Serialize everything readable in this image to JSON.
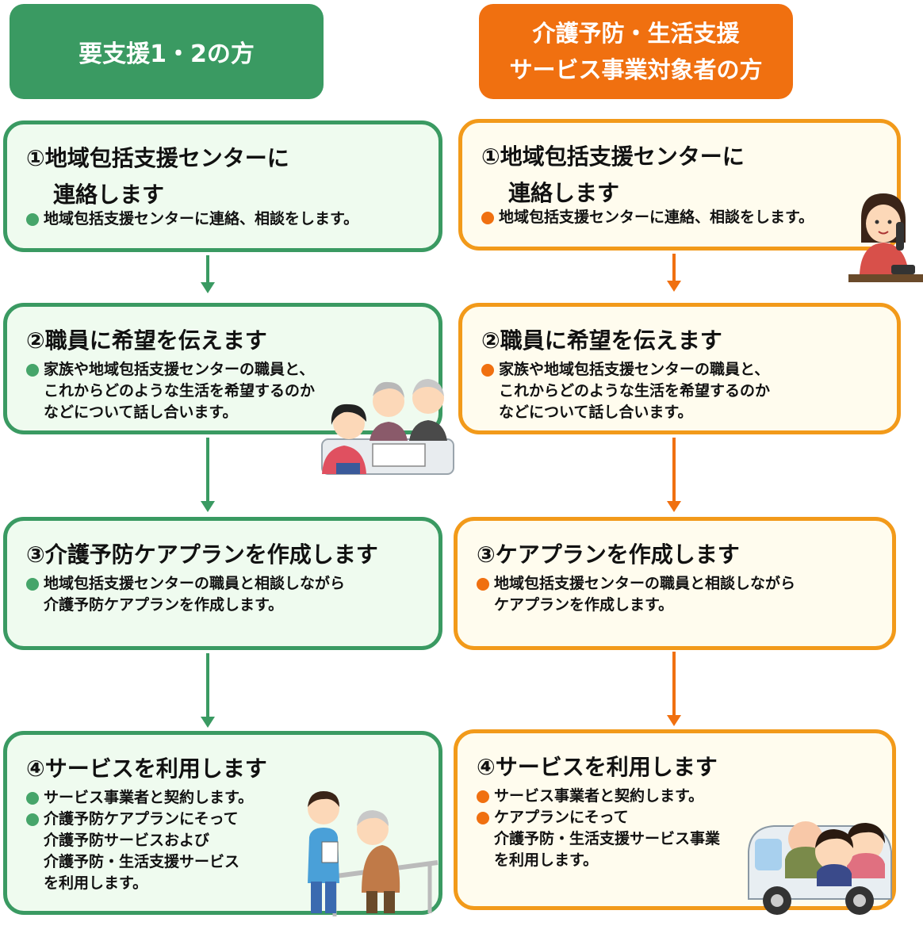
{
  "colors": {
    "green": "#3a9a62",
    "orange": "#f07010",
    "orange_border": "#f29a1a"
  },
  "left": {
    "header": "要支援1・2の方",
    "steps": [
      {
        "title": [
          "①地域包括支援センターに",
          "連絡します"
        ],
        "bullets": [
          "地域包括支援センターに連絡、相談をします。"
        ]
      },
      {
        "title": [
          "②職員に希望を伝えます"
        ],
        "bullets": [
          "家族や地域包括支援センターの職員と、\nこれからどのような生活を希望するのか\nなどについて話し合います。"
        ]
      },
      {
        "title": [
          "③介護予防ケアプランを作成します"
        ],
        "bullets": [
          "地域包括支援センターの職員と相談しながら\n介護予防ケアプランを作成します。"
        ]
      },
      {
        "title": [
          "④サービスを利用します"
        ],
        "bullets": [
          "サービス事業者と契約します。",
          "介護予防ケアプランにそって\n介護予防サービスおよび\n介護予防・生活支援サービス\nを利用します。"
        ]
      }
    ]
  },
  "right": {
    "header": [
      "介護予防・生活支援",
      "サービス事業対象者の方"
    ],
    "steps": [
      {
        "title": [
          "①地域包括支援センターに",
          "連絡します"
        ],
        "bullets": [
          "地域包括支援センターに連絡、相談をします。"
        ]
      },
      {
        "title": [
          "②職員に希望を伝えます"
        ],
        "bullets": [
          "家族や地域包括支援センターの職員と、\nこれからどのような生活を希望するのか\nなどについて話し合います。"
        ]
      },
      {
        "title": [
          "③ケアプランを作成します"
        ],
        "bullets": [
          "地域包括支援センターの職員と相談しながら\nケアプランを作成します。"
        ]
      },
      {
        "title": [
          "④サービスを利用します"
        ],
        "bullets": [
          "サービス事業者と契約します。",
          "ケアプランにそって\n介護予防・生活支援サービス事業\nを利用します。"
        ]
      }
    ]
  },
  "icons": {
    "right_step1": "woman-on-phone-icon",
    "left_step2": "consultation-meeting-icon",
    "left_step4": "rehab-walking-icon",
    "right_step4": "elderly-van-icon"
  }
}
